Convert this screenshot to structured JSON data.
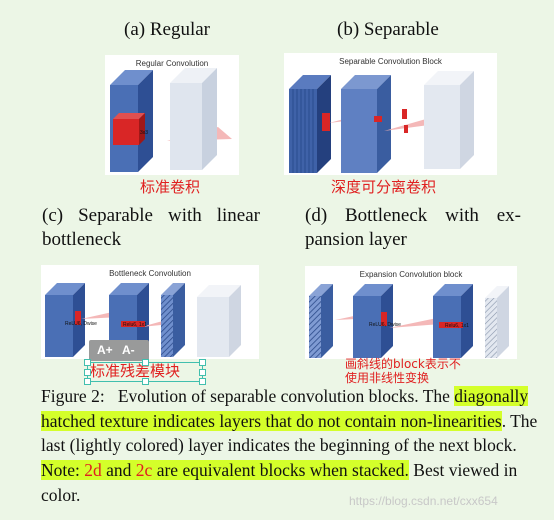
{
  "captions": {
    "a": "(a) Regular",
    "b": "(b) Separable",
    "c_line1": "(c) Separable with linear",
    "c_line2": "bottleneck",
    "d_line1": "(d) Bottleneck with ex-",
    "d_line2": "pansion layer"
  },
  "panels": {
    "a": {
      "title": "Regular Convolution",
      "label": "3x3"
    },
    "b": {
      "title": "Separable Convolution Block"
    },
    "c": {
      "title": "Bottleneck Convolution",
      "label1": "ReLU6, Dwise",
      "label2": "Relu6, 1x1"
    },
    "d": {
      "title": "Expansion Convolution block",
      "label1": "ReLU6, Dwise",
      "label2": "Relu6, 1x1"
    }
  },
  "annotations": {
    "a": "标准卷积",
    "b": "深度可分离卷积",
    "c": "标准残差模块",
    "d_line1": "画斜线的block表示不",
    "d_line2": "使用非线性变换"
  },
  "toolbar": {
    "increase": "A+",
    "decrease": "A-"
  },
  "figure": {
    "label": "Figure 2:",
    "t1": "Evolution of separable convolution blocks.  The",
    "t2_hl": "diagonally hatched texture indicates layers that do not contain non-linearities",
    "t3": ".  The last (lightly colored) layer indicates the beginning of the next block.",
    "t4_note": " Note:  ",
    "t5_ref1": "2d",
    "t6": " and  ",
    "t7_ref2": "2c",
    "t8": " are equivalent blocks when stacked.",
    "t9": " Best viewed in color."
  },
  "watermark": "https://blog.csdn.net/cxx654",
  "colors": {
    "block": "#4a6fb5",
    "light_block": "#dfe5ee",
    "red": "#e02020",
    "highlight": "#d4ff2a"
  }
}
